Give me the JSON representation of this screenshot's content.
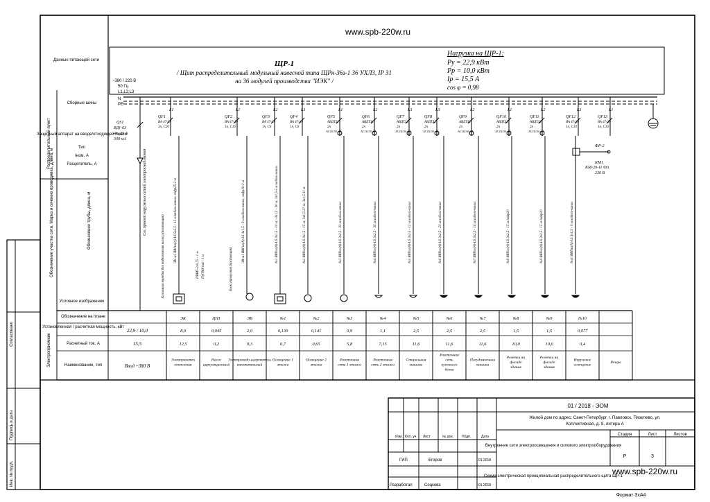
{
  "site": "www.spb-220w.ru",
  "panel": {
    "title": "ЩР-1",
    "line1": "/ Щит распределительный модульный навесной типа ЩРн-36з-1 36 УХЛ3, IP 31",
    "line2": "на 36 модулей производства \"ИЭК\" /"
  },
  "load": {
    "header": "Нагрузка на ЩР-1:",
    "py": "Ру = 22,9 кВт",
    "pp": "Рр = 10,0 кВт",
    "ip": "Iр = 15,5 А",
    "cos": "cos φ = 0,98"
  },
  "left_labels": {
    "network_data": "Данные питающей сети",
    "busbars": "Сборные шины",
    "protection": "Защитный аппарат на вводе/отходящей линии",
    "protection_type": "Тип",
    "protection_inom": "Iном, А",
    "protection_release": "Расцепитель, А",
    "dist_point": "Распределительный пункт",
    "section_label": "Обозначение участка сети. Марка и сечение проводника, длина, м",
    "pipe_label": "Обозначение трубы, длина, м",
    "symbol": "Условное изображение",
    "elec_receiver": "Электроприемник",
    "row_designation": "Обозначение на плане",
    "row_power": "Установленная / расчетная мощность, кВт",
    "row_current": "Расчетный ток, А",
    "row_name": "Наименование, тип",
    "agreed": "Согласовано",
    "sign_date": "Подпись и дата",
    "inv_no": "Инв. № подл."
  },
  "input": {
    "voltage": "~380 / 220 В",
    "freq": "50 Гц",
    "phases": "L1,L2,L3",
    "n": "N",
    "pe": "PE",
    "qs_name": "QS1",
    "qs_type": "ВД1-63",
    "qs_rating": "4п, 25 А",
    "qs_rcd": "300 мА",
    "cable_note": "См. проект наружных сетей электроснабжения"
  },
  "breakers": [
    {
      "phase": "L1",
      "name": "QF1",
      "type": "ВА 47-29",
      "rating": "3п, С20"
    },
    {
      "phase": "L1",
      "name": "QF2",
      "type": "ВА 47-29",
      "rating": "1п, С16"
    },
    {
      "phase": "L2",
      "name": "QF3",
      "type": "ВА 47-29",
      "rating": "1п, С6"
    },
    {
      "phase": "L3",
      "name": "QF4",
      "type": "ВА 47-29",
      "rating": "1п, С6"
    },
    {
      "phase": "L1",
      "name": "QF5",
      "type": "АВДТ32",
      "rating": "2п",
      "rcd": "АС16/30 мА"
    },
    {
      "phase": "L2",
      "name": "QF6",
      "type": "АВДТ32",
      "rating": "2п",
      "rcd": "АС16/30 мА"
    },
    {
      "phase": "L3",
      "name": "QF7",
      "type": "АВДТ32",
      "rating": "2п",
      "rcd": "АС16/30 мА"
    },
    {
      "phase": "L3",
      "name": "QF8",
      "type": "АВДТ32",
      "rating": "2п",
      "rcd": "АС16/30 мА"
    },
    {
      "phase": "L2",
      "name": "QF9",
      "type": "АВДТ32",
      "rating": "2п",
      "rcd": "АС16/30 мА"
    },
    {
      "phase": "L1",
      "name": "QF10",
      "type": "АВДТ32",
      "rating": "2п",
      "rcd": "АС16/30 мА"
    },
    {
      "phase": "L2",
      "name": "QF11",
      "type": "АВДТ32",
      "rating": "2п",
      "rcd": "АС16/30 мА"
    },
    {
      "phase": "L3",
      "name": "QF12",
      "type": "ВА 47-29",
      "rating": "1п, С10"
    },
    {
      "phase": "L1",
      "name": "QF13",
      "type": "ВА 47-29",
      "rating": "1п, С16"
    }
  ],
  "contactor": {
    "fr": "ФР-2",
    "km": "КМ1",
    "km_type": "КМ-20-11 ФА",
    "km_voltage": "230 В"
  },
  "cables": [
    "ЭК-м1 ВВГнг(А)-LS 5х2,5 - 15 м кабель-канал, гофр25-2 м",
    "ЭВ-м1 ВВГнг(А)-LS 3х1,5 - 9 м кабель-канал, гофр20-3 м",
    "№1 ВВГнг(А)-LS 3х1,5 - 10 м; -3х1,5 - 30 м; 3х1,5-5 м кабель-канал",
    "№2 ВВГнг(А)-LS 3х1,5 - 15 м; 3х1,5-27 м; 3х1,5-11 м",
    "№3 ВВГнг(А)-LS 3х2,5 - 32 м кабель-канал",
    "№4 ВВГнг(А)-LS 3х2,5 - 35 м кабель-канал",
    "№5 ВВГнг(А)-LS 3х2,5 - 12 м кабель-канал",
    "№6 ВВГнг(А)-LS 3х2,5 - 23 м кабель-канал",
    "№7 ВВГнг(А)-LS 3х2,5 - 16 м кабель-канал",
    "№8 ВВГнг(А)-LS 3х2,5 - 15 м гофр20",
    "№9 ВВГнг(А)-LS 3х2,5 - 15 м гофр20",
    "№10 ВВГнг(А)-LS 3х1,5 - 9 м кабель-канал"
  ],
  "extra_cables": {
    "hp": "ПВВП-2х0,75 - 1 м",
    "hp2": "ПуГВВ-1х4 - 1 м",
    "box1": "Клеммная коробка для подключения насоса (поставщик)",
    "box2": "Блок управления (поставщик)"
  },
  "table": {
    "input_power": "22,9 / 10,0",
    "input_current": "15,5",
    "input_name": "Ввод ~380 В",
    "columns": [
      {
        "designation": "ЭК",
        "power": "8,0",
        "current": "12,5",
        "name": "Электрокотел отопления"
      },
      {
        "designation": "ЦН1",
        "power": "0,045",
        "current": "0,2",
        "name": "Насос циркуляционный"
      },
      {
        "designation": "ЭВ",
        "power": "2,0",
        "current": "9,3",
        "name": "Электроводо-нагреватель накопительный"
      },
      {
        "designation": "№1",
        "power": "0,130",
        "current": "0,7",
        "name": "Освещение 1 этажа"
      },
      {
        "designation": "№2",
        "power": "0,141",
        "current": "0,65",
        "name": "Освещение 2 этажа"
      },
      {
        "designation": "№3",
        "power": "0,9",
        "current": "5,8",
        "name": "Розеточная сеть 1 этажа"
      },
      {
        "designation": "№4",
        "power": "1,1",
        "current": "7,15",
        "name": "Розеточная сеть 2 этажа"
      },
      {
        "designation": "№5",
        "power": "2,5",
        "current": "11,6",
        "name": "Стиральная машина"
      },
      {
        "designation": "№6",
        "power": "2,5",
        "current": "11,6",
        "name": "Розеточная сеть кухонного блока"
      },
      {
        "designation": "№7",
        "power": "2,5",
        "current": "11,6",
        "name": "Посудомоечная машина"
      },
      {
        "designation": "№8",
        "power": "1,5",
        "current": "10,0",
        "name": "Розетки на фасаде здания"
      },
      {
        "designation": "№9",
        "power": "1,5",
        "current": "10,0",
        "name": "Розетки на фасаде здания"
      },
      {
        "designation": "№10",
        "power": "0,077",
        "current": "0,4",
        "name": "Наружное освещение"
      },
      {
        "designation": "",
        "power": "",
        "current": "",
        "name": "Резерв"
      }
    ]
  },
  "stamp": {
    "code": "01 / 2018 - ЭОМ",
    "address": "Жилой дом по адрес: Санкт-Петербург, г. Павловск, Пязелево, ул. Коллективная, д. 9, литера А",
    "project": "Внутренние сети электроосвещения и силового электрооборудования",
    "sheet_title": "Схема электрическая принципиальная распределительного щита ЩР-1",
    "hdr_change": "Изм.",
    "hdr_count": "Кол. уч.",
    "hdr_sheet": "Лист",
    "hdr_doc": "№ док.",
    "hdr_sign": "Подп.",
    "hdr_date": "Дата",
    "role1": "ГИП",
    "name1": "Егоров",
    "date1": "01.2018",
    "role2": "Разработал",
    "name2": "Соцкова",
    "date2": "01.2018",
    "stage_label": "Стадия",
    "sheet_label": "Лист",
    "sheets_label": "Листов",
    "stage": "Р",
    "sheet": "3",
    "format": "Формат 3хА4"
  }
}
